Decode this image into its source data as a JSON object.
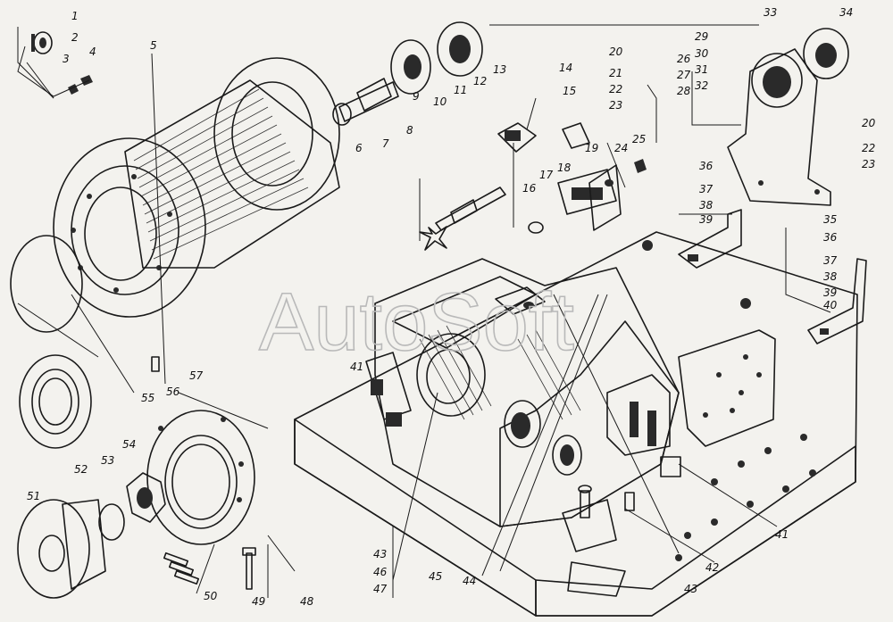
{
  "watermark": "AutoSoft",
  "callouts": [
    {
      "id": "c1",
      "text": "1"
    },
    {
      "id": "c2",
      "text": "2"
    },
    {
      "id": "c3",
      "text": "3"
    },
    {
      "id": "c4",
      "text": "4"
    },
    {
      "id": "c5",
      "text": "5"
    },
    {
      "id": "c6",
      "text": "6"
    },
    {
      "id": "c7",
      "text": "7"
    },
    {
      "id": "c8",
      "text": "8"
    },
    {
      "id": "c9",
      "text": "9"
    },
    {
      "id": "c10",
      "text": "10"
    },
    {
      "id": "c11",
      "text": "11"
    },
    {
      "id": "c12",
      "text": "12"
    },
    {
      "id": "c13",
      "text": "13"
    },
    {
      "id": "c14",
      "text": "14"
    },
    {
      "id": "c15",
      "text": "15"
    },
    {
      "id": "c16",
      "text": "16"
    },
    {
      "id": "c17",
      "text": "17"
    },
    {
      "id": "c18",
      "text": "18"
    },
    {
      "id": "c19",
      "text": "19"
    },
    {
      "id": "c20a",
      "text": "20"
    },
    {
      "id": "c21",
      "text": "21"
    },
    {
      "id": "c22a",
      "text": "22"
    },
    {
      "id": "c23a",
      "text": "23"
    },
    {
      "id": "c24",
      "text": "24"
    },
    {
      "id": "c25",
      "text": "25"
    },
    {
      "id": "c26a",
      "text": "26"
    },
    {
      "id": "c27",
      "text": "27"
    },
    {
      "id": "c28",
      "text": "28"
    },
    {
      "id": "c29",
      "text": "29"
    },
    {
      "id": "c30",
      "text": "30"
    },
    {
      "id": "c31",
      "text": "31"
    },
    {
      "id": "c32",
      "text": "32"
    },
    {
      "id": "c33",
      "text": "33"
    },
    {
      "id": "c34",
      "text": "34"
    },
    {
      "id": "c20b",
      "text": "20"
    },
    {
      "id": "c22b",
      "text": "22"
    },
    {
      "id": "c23b",
      "text": "23"
    },
    {
      "id": "c36a",
      "text": "36"
    },
    {
      "id": "c37a",
      "text": "37"
    },
    {
      "id": "c38a",
      "text": "38"
    },
    {
      "id": "c39a",
      "text": "39"
    },
    {
      "id": "c35",
      "text": "35"
    },
    {
      "id": "c36b",
      "text": "36"
    },
    {
      "id": "c37b",
      "text": "37"
    },
    {
      "id": "c38b",
      "text": "38"
    },
    {
      "id": "c39b",
      "text": "39"
    },
    {
      "id": "c40",
      "text": "40"
    },
    {
      "id": "c41a",
      "text": "41"
    },
    {
      "id": "c41b",
      "text": "41"
    },
    {
      "id": "c42",
      "text": "42"
    },
    {
      "id": "c43a",
      "text": "43"
    },
    {
      "id": "c43b",
      "text": "43"
    },
    {
      "id": "c44",
      "text": "44"
    },
    {
      "id": "c45",
      "text": "45"
    },
    {
      "id": "c46",
      "text": "46"
    },
    {
      "id": "c47",
      "text": "47"
    },
    {
      "id": "c48",
      "text": "48"
    },
    {
      "id": "c49",
      "text": "49"
    },
    {
      "id": "c50",
      "text": "50"
    },
    {
      "id": "c51",
      "text": "51"
    },
    {
      "id": "c52",
      "text": "52"
    },
    {
      "id": "c53",
      "text": "53"
    },
    {
      "id": "c54",
      "text": "54"
    },
    {
      "id": "c55",
      "text": "55"
    },
    {
      "id": "c56",
      "text": "56"
    },
    {
      "id": "c57",
      "text": "57"
    }
  ]
}
